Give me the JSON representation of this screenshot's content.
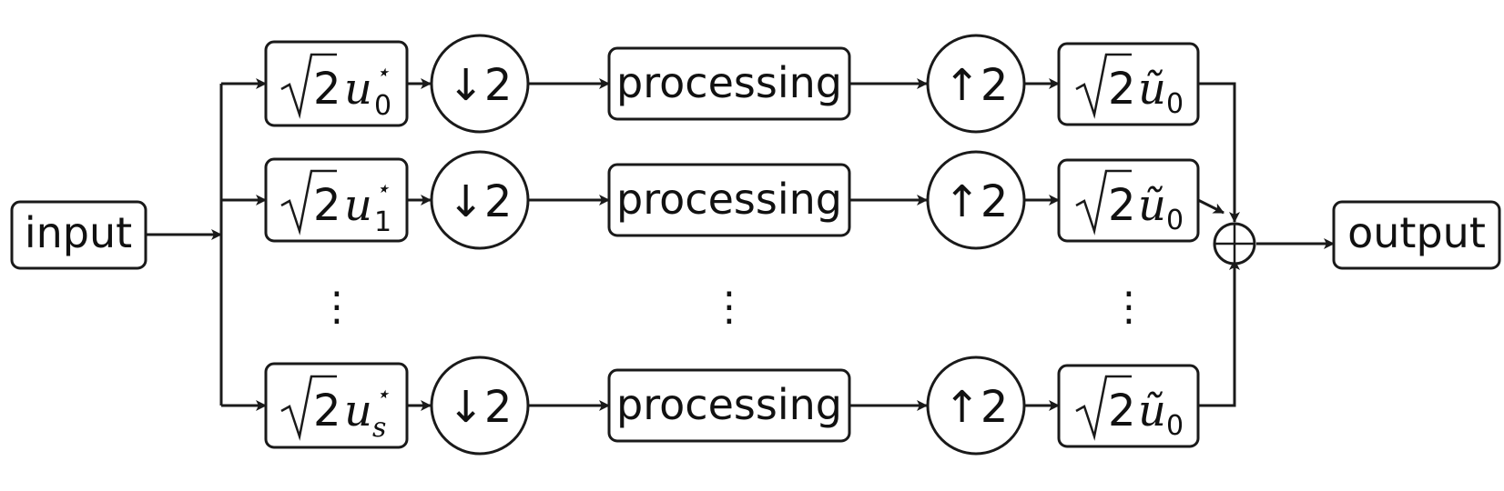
{
  "input_label": "input",
  "output_label": "output",
  "rows": [
    {
      "analysis": {
        "coef": "2",
        "sym": "u",
        "sub": "0",
        "sup": "⋆"
      },
      "down": "↓2",
      "proc": "processing",
      "up": "↑2",
      "synthesis": {
        "coef": "2",
        "sym": "ũ",
        "sub": "0"
      }
    },
    {
      "analysis": {
        "coef": "2",
        "sym": "u",
        "sub": "1",
        "sup": "⋆"
      },
      "down": "↓2",
      "proc": "processing",
      "up": "↑2",
      "synthesis": {
        "coef": "2",
        "sym": "ũ",
        "sub": "0"
      }
    },
    {
      "analysis": {
        "coef": "2",
        "sym": "u",
        "sub": "s",
        "sup": "⋆"
      },
      "down": "↓2",
      "proc": "processing",
      "up": "↑2",
      "synthesis": {
        "coef": "2",
        "sym": "ũ",
        "sub": "0"
      }
    }
  ],
  "ellipsis": "⋮",
  "sum_symbol": "⊕"
}
